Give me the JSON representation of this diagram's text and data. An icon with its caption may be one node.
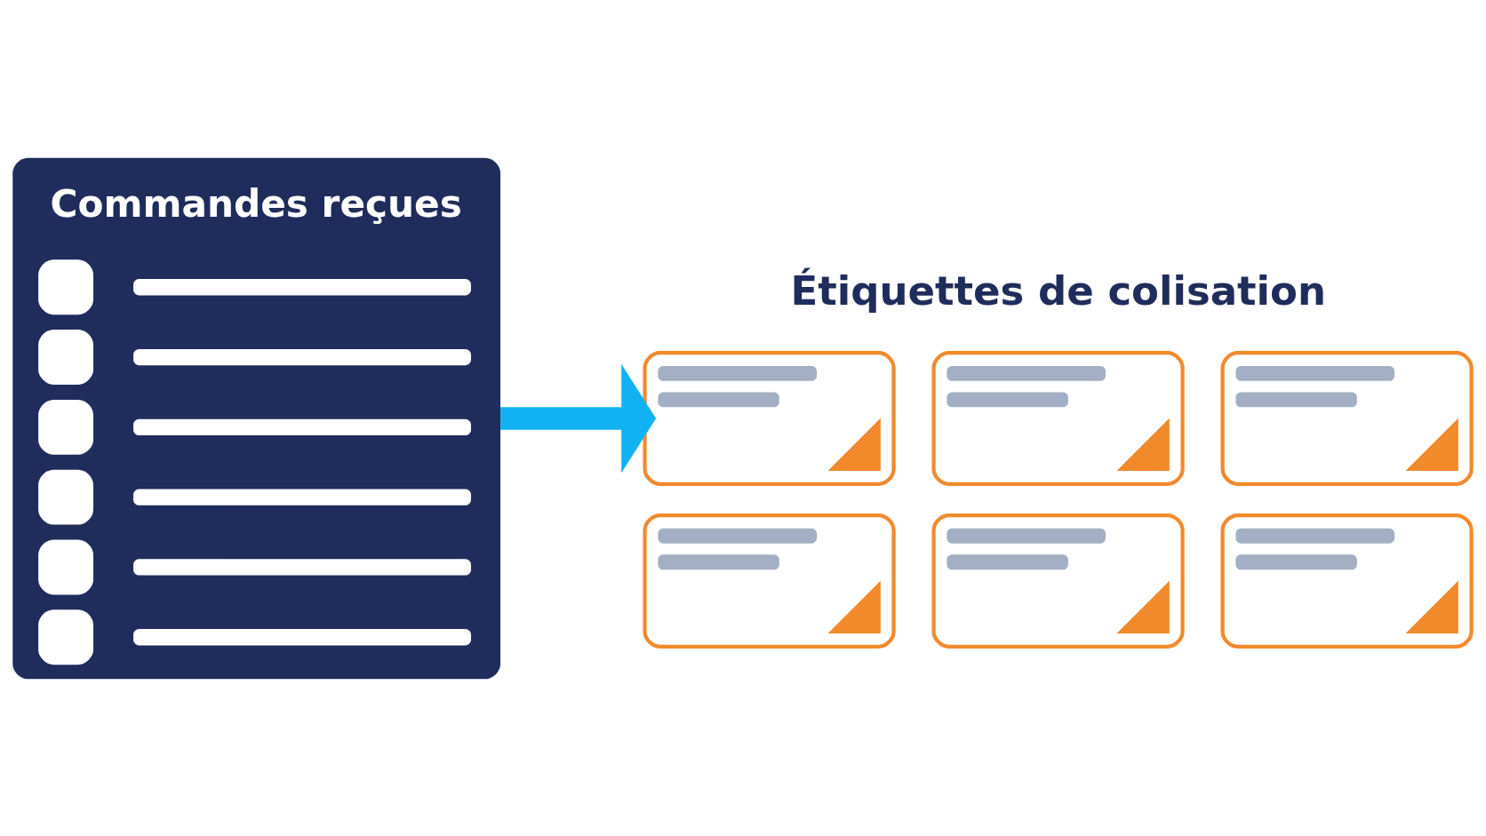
{
  "diagram": {
    "nodes": [
      {
        "text": [
          "Commandes reçues"
        ]
      },
      {
        "text": [],
        "shape": "box"
      },
      {
        "text": [],
        "shape": "box"
      },
      {
        "text": [],
        "shape": "box"
      },
      {
        "text": [],
        "shape": "box"
      },
      {
        "text": [],
        "shape": "box"
      },
      {
        "text": [],
        "shape": "box"
      }
    ],
    "edges": [
      {
        "from": 0,
        "to": 1,
        "arrow": "to",
        "color": "#12b2f2"
      }
    ],
    "labels": [
      "Étiquettes de colisation"
    ]
  }
}
